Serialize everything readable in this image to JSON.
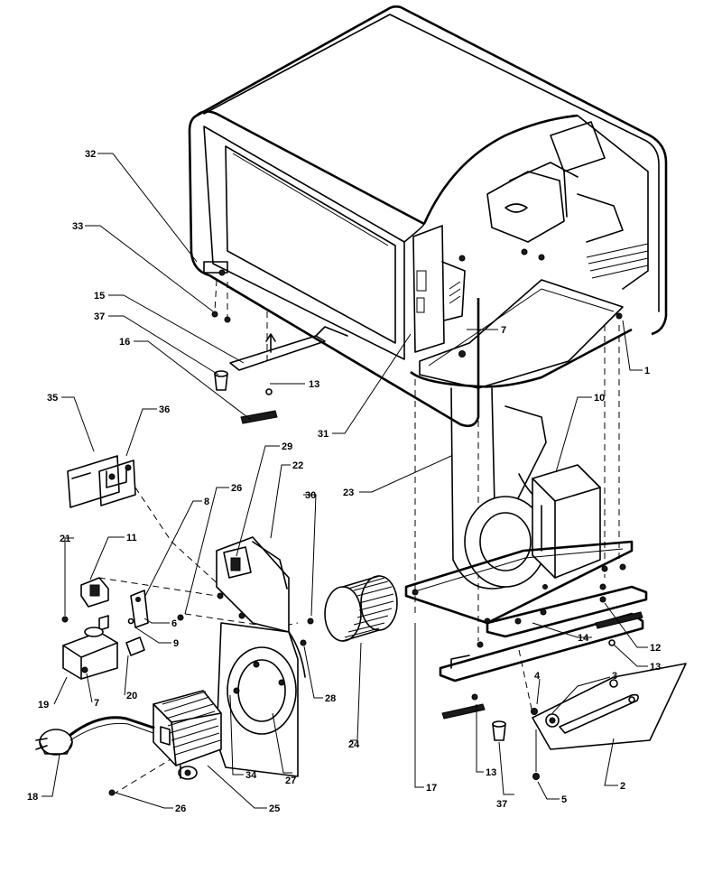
{
  "callouts": [
    {
      "id": "c32",
      "text": "32"
    },
    {
      "id": "c33",
      "text": "33"
    },
    {
      "id": "c15",
      "text": "15"
    },
    {
      "id": "c37a",
      "text": "37"
    },
    {
      "id": "c16",
      "text": "16"
    },
    {
      "id": "c13a",
      "text": "13"
    },
    {
      "id": "c31",
      "text": "31"
    },
    {
      "id": "c7a",
      "text": "7"
    },
    {
      "id": "c1",
      "text": "1"
    },
    {
      "id": "c10",
      "text": "10"
    },
    {
      "id": "c35",
      "text": "35"
    },
    {
      "id": "c36",
      "text": "36"
    },
    {
      "id": "c29",
      "text": "29"
    },
    {
      "id": "c22",
      "text": "22"
    },
    {
      "id": "c26a",
      "text": "26"
    },
    {
      "id": "c8",
      "text": "8"
    },
    {
      "id": "c30",
      "text": "30"
    },
    {
      "id": "c23",
      "text": "23"
    },
    {
      "id": "c21",
      "text": "21"
    },
    {
      "id": "c11",
      "text": "11"
    },
    {
      "id": "c6",
      "text": "6"
    },
    {
      "id": "c9",
      "text": "9"
    },
    {
      "id": "c19",
      "text": "19"
    },
    {
      "id": "c7b",
      "text": "7"
    },
    {
      "id": "c20",
      "text": "20"
    },
    {
      "id": "c28",
      "text": "28"
    },
    {
      "id": "c24",
      "text": "24"
    },
    {
      "id": "c12",
      "text": "12"
    },
    {
      "id": "c13b",
      "text": "13"
    },
    {
      "id": "c14",
      "text": "14"
    },
    {
      "id": "c4",
      "text": "4"
    },
    {
      "id": "c3",
      "text": "3"
    },
    {
      "id": "c18",
      "text": "18"
    },
    {
      "id": "c26b",
      "text": "26"
    },
    {
      "id": "c25",
      "text": "25"
    },
    {
      "id": "c34",
      "text": "34"
    },
    {
      "id": "c27",
      "text": "27"
    },
    {
      "id": "c17",
      "text": "17"
    },
    {
      "id": "c13c",
      "text": "13"
    },
    {
      "id": "c37b",
      "text": "37"
    },
    {
      "id": "c5",
      "text": "5"
    },
    {
      "id": "c2",
      "text": "2"
    }
  ]
}
